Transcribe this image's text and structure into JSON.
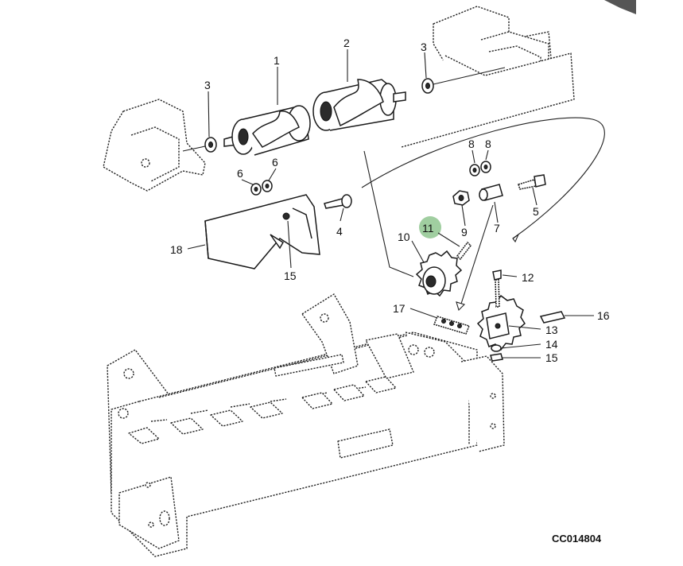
{
  "diagram_code": "CC014804",
  "highlight_color": "#8fc58f",
  "callouts": {
    "c1": "1",
    "c2": "2",
    "c3a": "3",
    "c3b": "3",
    "c4": "4",
    "c5": "5",
    "c6a": "6",
    "c6b": "6",
    "c7": "7",
    "c8a": "8",
    "c8b": "8",
    "c9": "9",
    "c10": "10",
    "c11": "11",
    "c12": "12",
    "c13": "13",
    "c14": "14",
    "c15a": "15",
    "c15b": "15",
    "c16": "16",
    "c17": "17",
    "c18": "18"
  },
  "highlighted_part": "11",
  "corner_icon": "arrow-tab-icon"
}
